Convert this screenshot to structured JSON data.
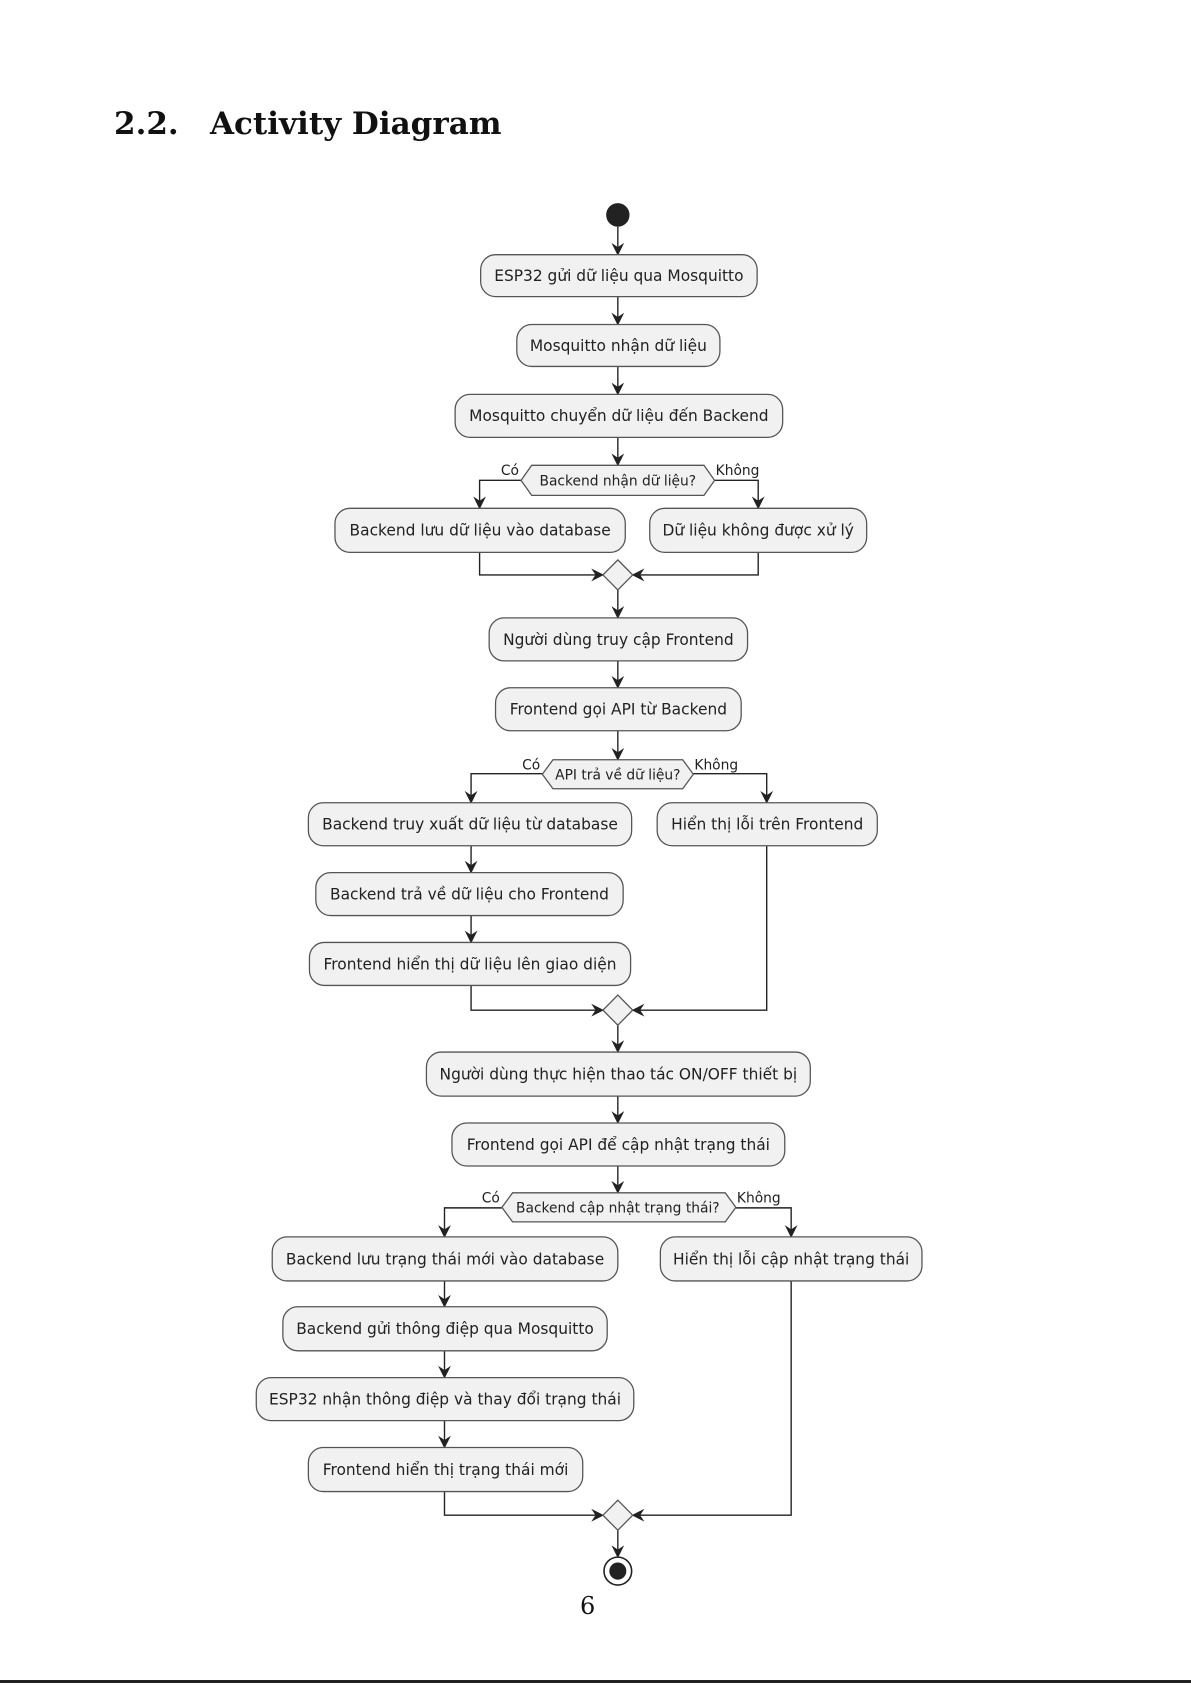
{
  "heading": {
    "number": "2.2.",
    "title": "Activity Diagram"
  },
  "diagram": {
    "activities": [
      "ESP32 gửi dữ liệu qua Mosquitto",
      "Mosquitto nhận dữ liệu",
      "Mosquitto chuyển dữ liệu đến Backend",
      "Backend lưu dữ liệu vào database",
      "Dữ liệu không được xử lý",
      "Người dùng truy cập Frontend",
      "Frontend gọi API từ Backend",
      "Backend truy xuất dữ liệu từ database",
      "Hiển thị lỗi trên Frontend",
      "Backend trả về dữ liệu cho Frontend",
      "Frontend hiển thị dữ liệu lên giao diện",
      "Người dùng thực hiện thao tác ON/OFF thiết bị",
      "Frontend gọi API để cập nhật trạng thái",
      "Backend lưu trạng thái mới vào database",
      "Hiển thị lỗi cập nhật trạng thái",
      "Backend gửi thông điệp qua Mosquitto",
      "ESP32 nhận thông điệp và thay đổi trạng thái",
      "Frontend hiển thị trạng thái mới"
    ],
    "decisions": [
      {
        "question": "Backend nhận dữ liệu?",
        "yes": "Có",
        "no": "Không"
      },
      {
        "question": "API trả về dữ liệu?",
        "yes": "Có",
        "no": "Không"
      },
      {
        "question": "Backend cập nhật trạng thái?",
        "yes": "Có",
        "no": "Không"
      }
    ]
  },
  "page_number": "6"
}
